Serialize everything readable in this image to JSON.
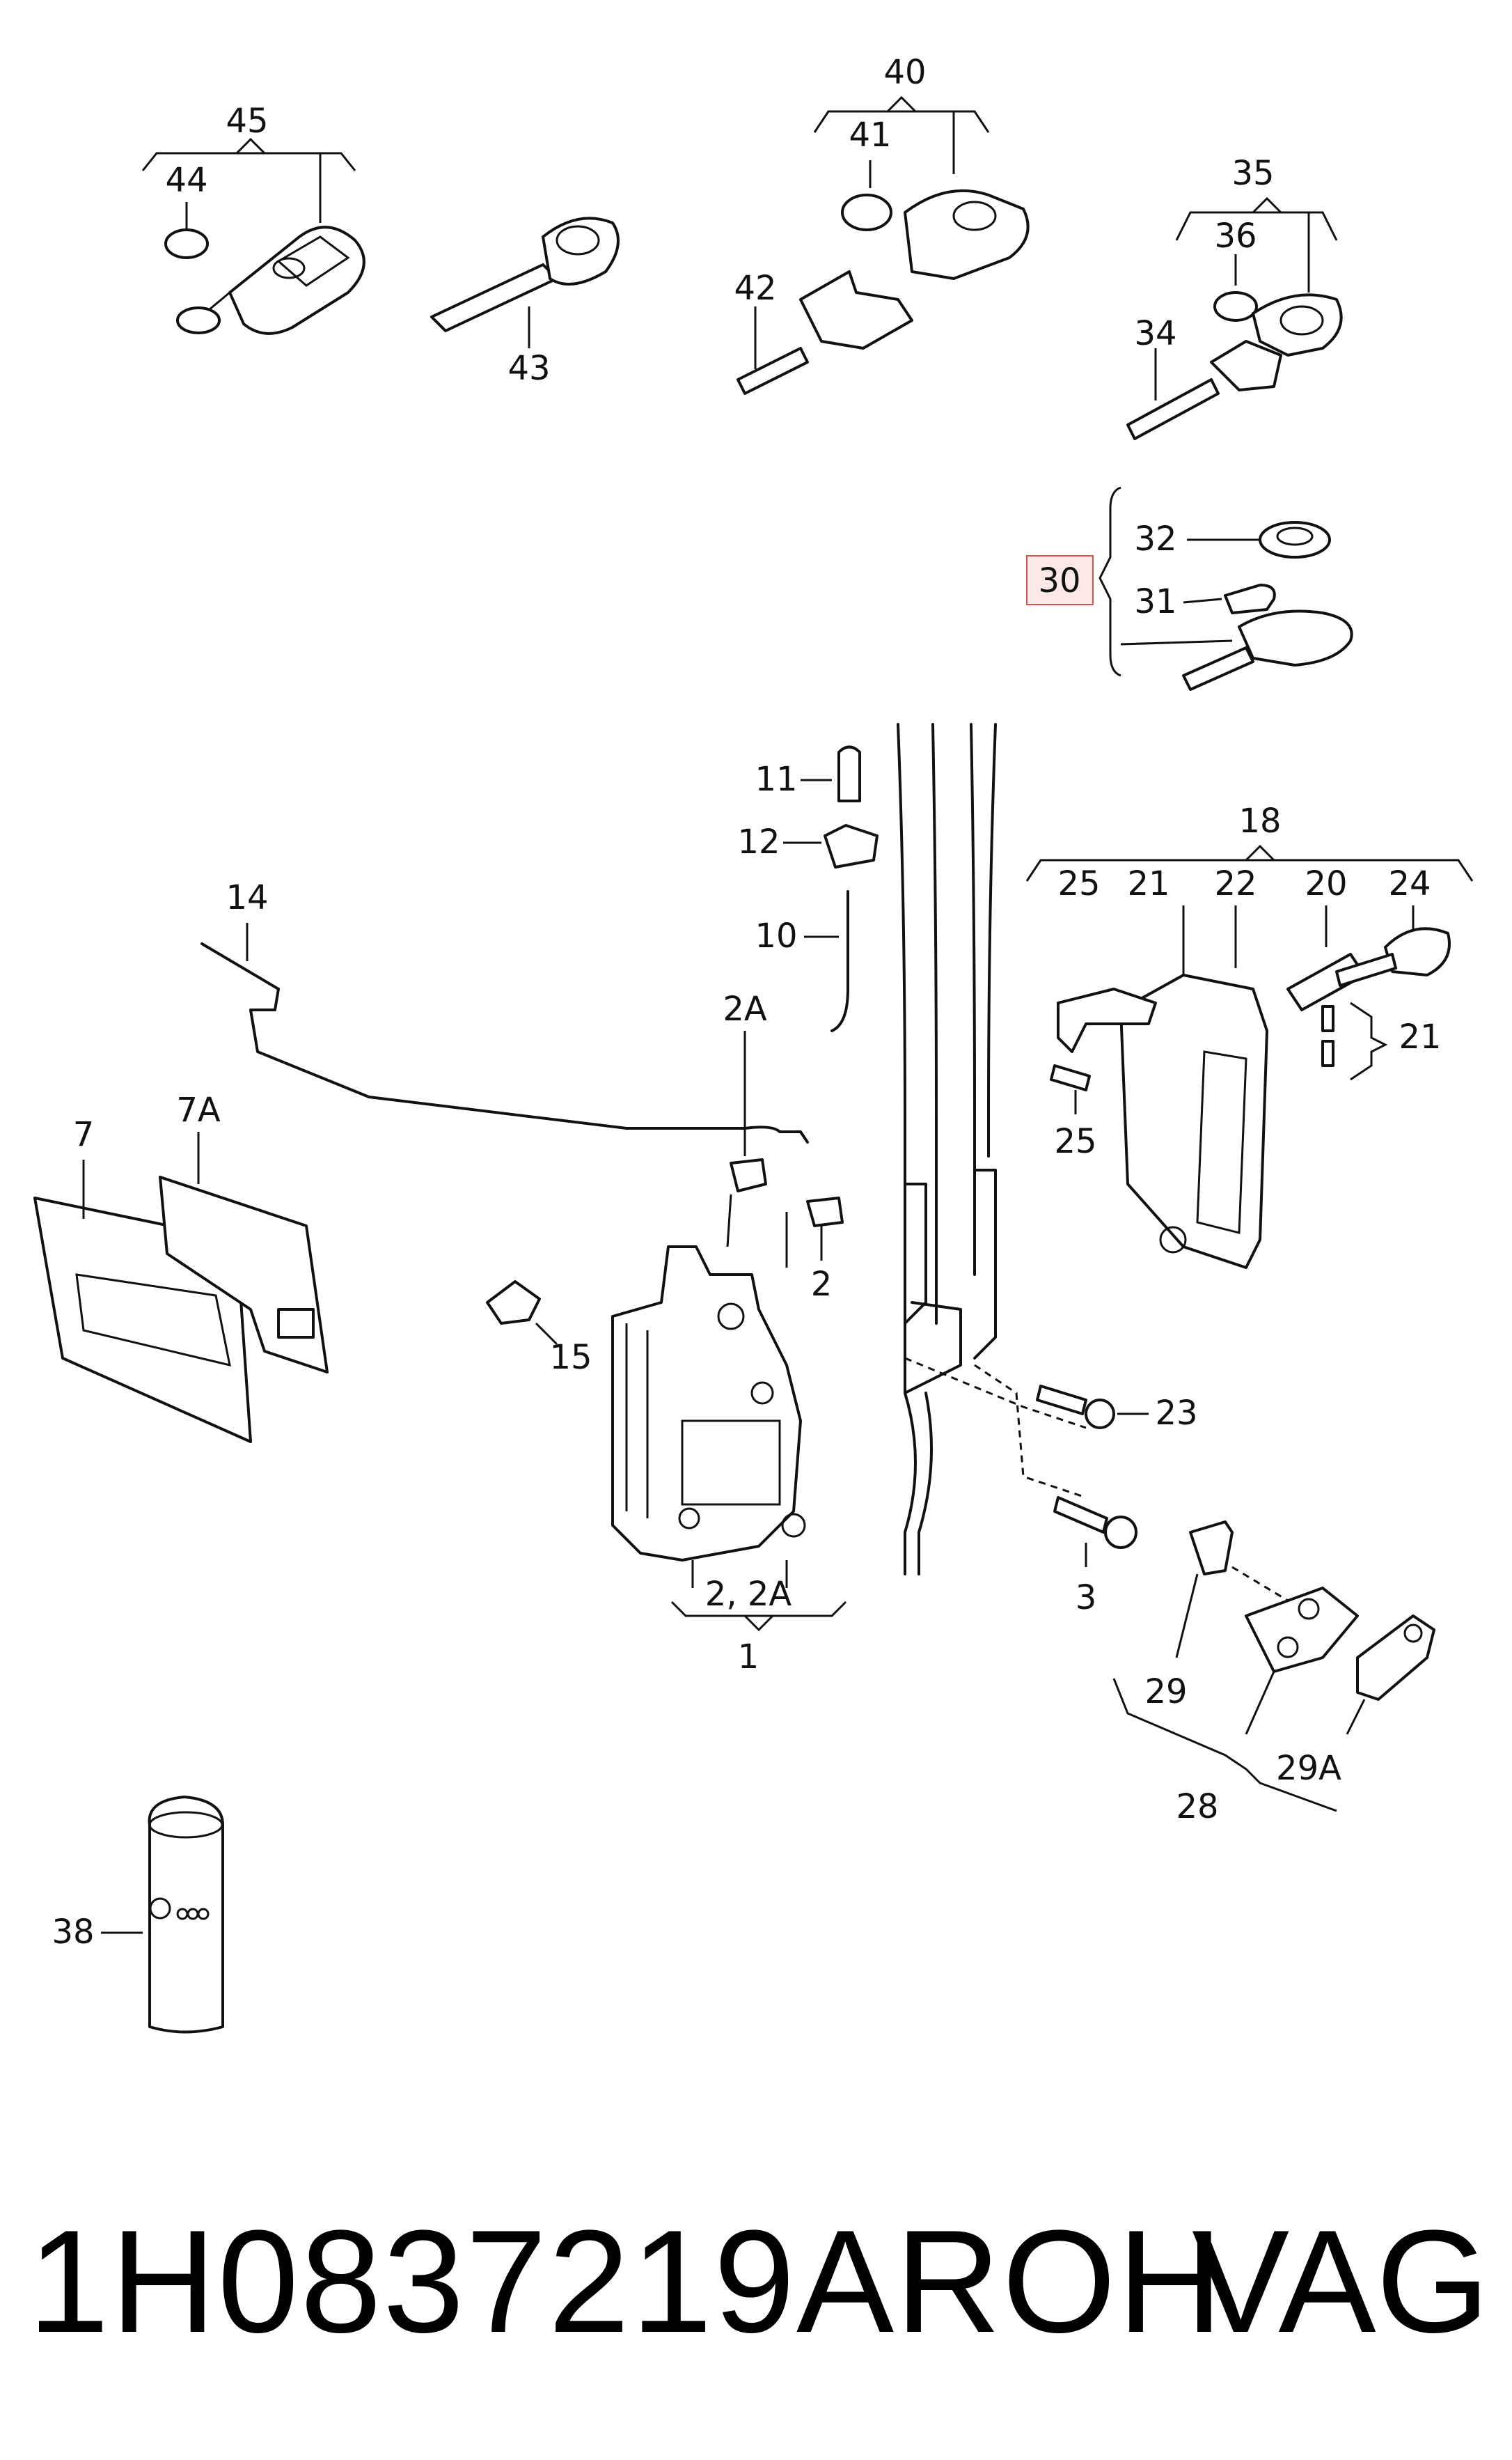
{
  "callouts": {
    "c1": "1",
    "c2": "2",
    "c2_2a": "2, 2A",
    "c2a": "2A",
    "c3": "3",
    "c7": "7",
    "c7a": "7A",
    "c10": "10",
    "c11": "11",
    "c12": "12",
    "c14": "14",
    "c15": "15",
    "c18": "18",
    "c20": "20",
    "c21a": "21",
    "c21b": "21",
    "c22": "22",
    "c23": "23",
    "c24": "24",
    "c25a": "25",
    "c25b": "25",
    "c28": "28",
    "c29": "29",
    "c29a": "29A",
    "c30": "30",
    "c31": "31",
    "c32": "32",
    "c34": "34",
    "c35": "35",
    "c36": "36",
    "c38": "38",
    "c40": "40",
    "c41": "41",
    "c42": "42",
    "c43": "43",
    "c44": "44",
    "c45": "45"
  },
  "highlight_color": "#d9534f",
  "footer": {
    "part_number": "1H0837219AROH",
    "brand": "VAG"
  }
}
